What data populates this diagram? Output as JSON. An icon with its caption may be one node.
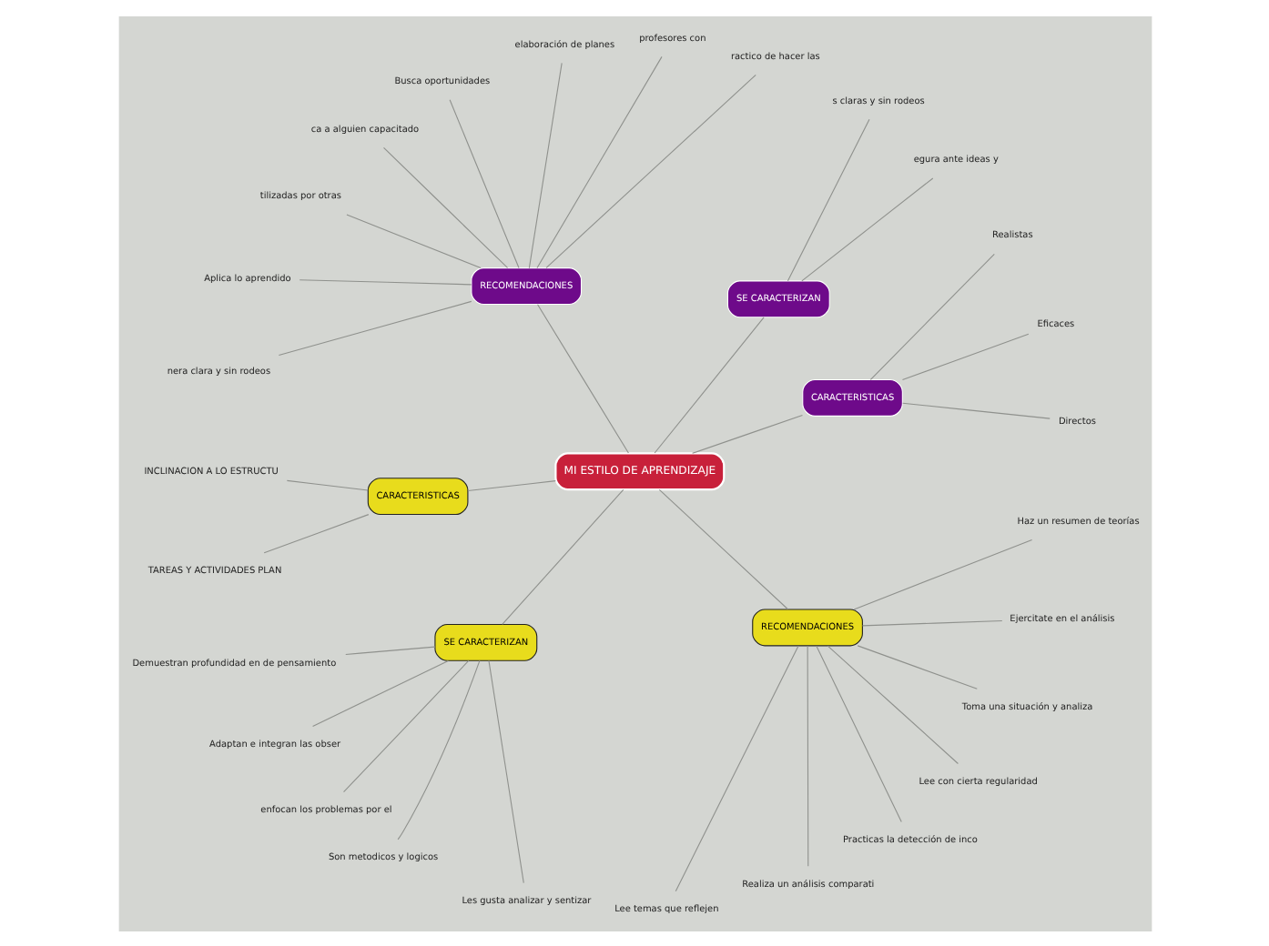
{
  "diagram": {
    "nodes": [
      {
        "text": [
          "MI ESTILO DE APRENDIZAJE"
        ]
      },
      {
        "text": [
          "CARACTERISTICAS"
        ]
      },
      {
        "text": [
          "Directos"
        ]
      },
      {
        "text": [
          "Eficaces"
        ]
      },
      {
        "text": [
          "Realistas"
        ]
      },
      {
        "text": [
          "SE CARACTERIZAN"
        ]
      },
      {
        "text": [
          "egura ante ideas y"
        ]
      },
      {
        "text": [
          "s claras y sin rodeos"
        ]
      },
      {
        "text": [
          "RECOMENDACIONES"
        ]
      },
      {
        "text": [
          "ractico de hacer las"
        ]
      },
      {
        "text": [
          "profesores con"
        ]
      },
      {
        "text": [
          "elaboración de planes"
        ]
      },
      {
        "text": [
          "Busca oportunidades"
        ]
      },
      {
        "text": [
          "ca a alguien capacitado"
        ]
      },
      {
        "text": [
          "tilizadas por otras"
        ]
      },
      {
        "text": [
          "Aplica lo aprendido"
        ]
      },
      {
        "text": [
          "nera clara y sin rodeos"
        ]
      },
      {
        "text": [
          "CARACTERISTICAS"
        ]
      },
      {
        "text": [
          "INCLINACION A LO ESTRUCTU"
        ]
      },
      {
        "text": [
          "TAREAS Y ACTIVIDADES PLAN"
        ]
      },
      {
        "text": [
          "SE CARACTERIZAN"
        ]
      },
      {
        "text": [
          "Demuestran profundidad en de pensamiento"
        ]
      },
      {
        "text": [
          "Adaptan e integran las obser"
        ]
      },
      {
        "text": [
          "enfocan los problemas por el"
        ]
      },
      {
        "text": [
          "Son metodicos y logicos"
        ]
      },
      {
        "text": [
          "Les gusta analizar y sentizar"
        ]
      },
      {
        "text": [
          "RECOMENDACIONES"
        ]
      },
      {
        "text": [
          "Lee temas que reflejen"
        ]
      },
      {
        "text": [
          "Realiza un análisis comparati"
        ]
      },
      {
        "text": [
          "Practicas la detección de inco"
        ]
      },
      {
        "text": [
          "Lee con cierta regularidad"
        ]
      },
      {
        "text": [
          "Toma una situación y analiza"
        ]
      },
      {
        "text": [
          "Ejercitate en el análisis"
        ]
      },
      {
        "text": [
          "Haz un resumen de teorías"
        ]
      }
    ],
    "edges": [
      {
        "from": 0,
        "to": 1,
        "arrow": "none"
      },
      {
        "from": 1,
        "to": 2,
        "arrow": "none"
      },
      {
        "from": 1,
        "to": 3,
        "arrow": "none"
      },
      {
        "from": 1,
        "to": 4,
        "arrow": "none"
      },
      {
        "from": 0,
        "to": 5,
        "arrow": "none"
      },
      {
        "from": 5,
        "to": 6,
        "arrow": "none"
      },
      {
        "from": 5,
        "to": 7,
        "arrow": "none"
      },
      {
        "from": 0,
        "to": 8,
        "arrow": "none"
      },
      {
        "from": 8,
        "to": 9,
        "arrow": "none"
      },
      {
        "from": 8,
        "to": 10,
        "arrow": "none"
      },
      {
        "from": 8,
        "to": 11,
        "arrow": "none"
      },
      {
        "from": 8,
        "to": 12,
        "arrow": "none"
      },
      {
        "from": 8,
        "to": 13,
        "arrow": "none"
      },
      {
        "from": 8,
        "to": 14,
        "arrow": "none"
      },
      {
        "from": 8,
        "to": 15,
        "arrow": "none"
      },
      {
        "from": 8,
        "to": 16,
        "arrow": "none"
      },
      {
        "from": 0,
        "to": 17,
        "arrow": "none"
      },
      {
        "from": 17,
        "to": 18,
        "arrow": "none"
      },
      {
        "from": 17,
        "to": 19,
        "arrow": "none"
      },
      {
        "from": 0,
        "to": 20,
        "arrow": "none"
      },
      {
        "from": 20,
        "to": 21,
        "arrow": "none"
      },
      {
        "from": 20,
        "to": 22,
        "arrow": "none"
      },
      {
        "from": 20,
        "to": 23,
        "arrow": "none"
      },
      {
        "from": 20,
        "to": 24,
        "arrow": "none"
      },
      {
        "from": 20,
        "to": 25,
        "arrow": "none"
      },
      {
        "from": 0,
        "to": 26,
        "arrow": "none"
      },
      {
        "from": 26,
        "to": 27,
        "arrow": "none"
      },
      {
        "from": 26,
        "to": 28,
        "arrow": "none"
      },
      {
        "from": 26,
        "to": 29,
        "arrow": "none"
      },
      {
        "from": 26,
        "to": 30,
        "arrow": "none"
      },
      {
        "from": 26,
        "to": 31,
        "arrow": "none"
      },
      {
        "from": 26,
        "to": 32,
        "arrow": "none"
      },
      {
        "from": 26,
        "to": 33,
        "arrow": "none"
      }
    ]
  }
}
